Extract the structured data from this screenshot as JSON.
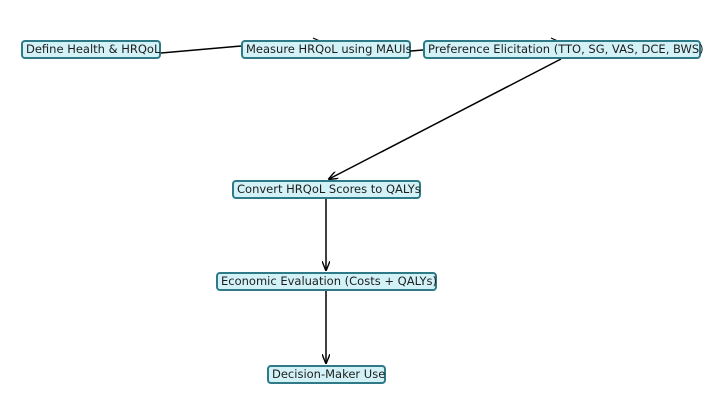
{
  "nodes": {
    "define": "Define Health & HRQoL",
    "measure": "Measure HRQoL using MAUIs",
    "preference": "Preference Elicitation (TTO, SG, VAS, DCE, BWS)",
    "convert": "Convert HRQoL Scores to QALYs",
    "economic": "Economic Evaluation (Costs + QALYs)",
    "decision": "Decision-Maker Use"
  },
  "edges": [
    {
      "from": "define",
      "to": "measure"
    },
    {
      "from": "measure",
      "to": "preference"
    },
    {
      "from": "preference",
      "to": "convert"
    },
    {
      "from": "convert",
      "to": "economic"
    },
    {
      "from": "economic",
      "to": "decision"
    }
  ],
  "colors": {
    "node_fill": "#d2f2f8",
    "node_border": "#2e7a86",
    "edge": "#000000"
  }
}
